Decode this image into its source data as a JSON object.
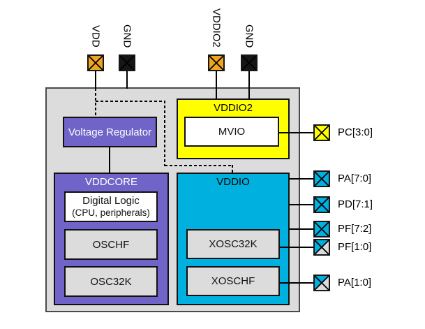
{
  "blocks": {
    "voltage_regulator": "Voltage Regulator",
    "vddcore": "VDDCORE",
    "digital_logic_line1": "Digital Logic",
    "digital_logic_line2": "(CPU, peripherals)",
    "oschf": "OSCHF",
    "osc32k": "OSC32K",
    "vddio": "VDDIO",
    "xosc32k": "XOSC32K",
    "xoschf": "XOSCHF",
    "vddio2": "VDDIO2",
    "mvio": "MVIO"
  },
  "top_pins": [
    {
      "label": "VDD",
      "fill": "#F0A51F"
    },
    {
      "label": "GND",
      "fill": "#161616"
    },
    {
      "label": "VDDIO2",
      "fill": "#F0A51F"
    },
    {
      "label": "GND",
      "fill": "#161616"
    }
  ],
  "right_pins": [
    {
      "label": "PC[3:0]",
      "fill": "#FFFF00"
    },
    {
      "label": "PA[7:0]",
      "fill": "#00B0DF"
    },
    {
      "label": "PD[7:1]",
      "fill": "#00B0DF"
    },
    {
      "label": "PF[7:2]",
      "fill": "#00B0DF"
    },
    {
      "label": "PF[1:0]",
      "fill": "#00B0DF",
      "fill2": "#DCDCDC"
    },
    {
      "label": "PA[1:0]",
      "fill": "#00B0DF",
      "fill2": "#DCDCDC"
    }
  ],
  "colors": {
    "chip_background": "#DCDCDC",
    "chip_border": "#4A4A4A",
    "core_domain_purple": "#7164C8",
    "vddio_domain_cyan": "#00B0DF",
    "vddio2_domain_yellow": "#FFFF00",
    "inner_block_gray": "#DCDCDC",
    "power_pin_orange": "#F0A51F",
    "ground_pin_black": "#161616"
  }
}
